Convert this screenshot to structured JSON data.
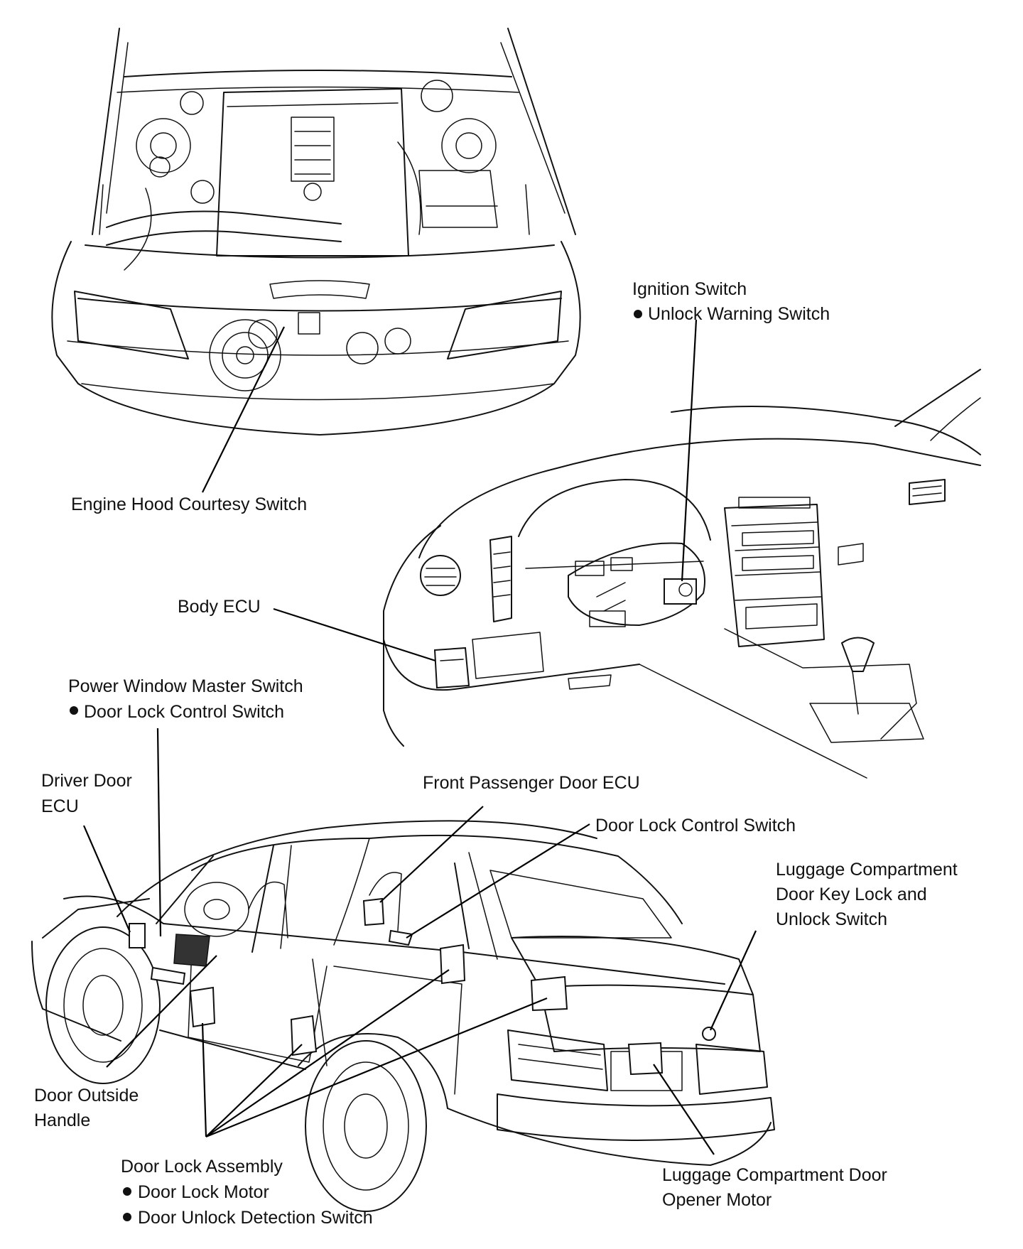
{
  "labels": {
    "ignition_switch": "Ignition Switch",
    "unlock_warning_switch": "Unlock Warning Switch",
    "engine_hood_courtesy_switch": "Engine Hood Courtesy Switch",
    "body_ecu": "Body ECU",
    "power_window_master_switch": "Power Window Master Switch",
    "door_lock_control_switch_sub": "Door Lock Control Switch",
    "driver_door_ecu_1": "Driver Door",
    "driver_door_ecu_2": "ECU",
    "front_passenger_door_ecu": "Front Passenger Door ECU",
    "door_lock_control_switch": "Door Lock Control Switch",
    "luggage_key_lock_1": "Luggage Compartment",
    "luggage_key_lock_2": "Door Key Lock and",
    "luggage_key_lock_3": "Unlock Switch",
    "door_outside_handle_1": "Door Outside",
    "door_outside_handle_2": "Handle",
    "door_lock_assembly": "Door Lock Assembly",
    "door_lock_motor": "Door Lock Motor",
    "door_unlock_detection_switch": "Door Unlock Detection Switch",
    "luggage_opener_motor_1": "Luggage Compartment Door",
    "luggage_opener_motor_2": "Opener Motor"
  }
}
